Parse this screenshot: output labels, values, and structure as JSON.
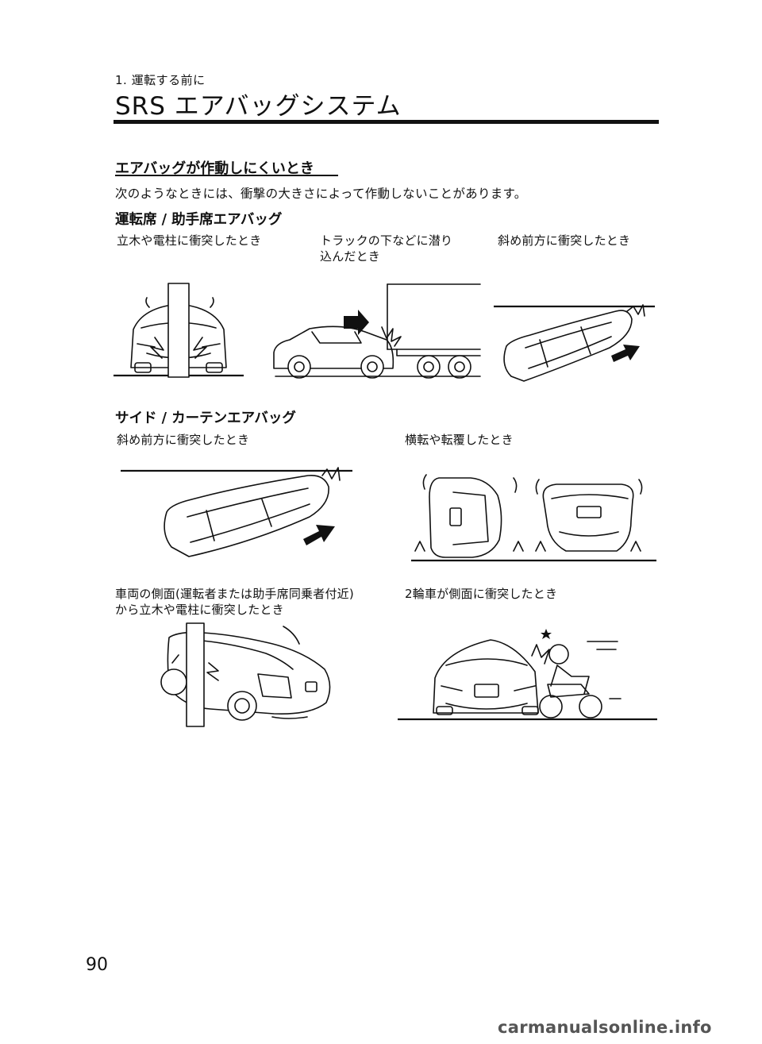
{
  "header": {
    "chapter": "1. 運転する前に",
    "title": "SRS エアバッグシステム"
  },
  "section": {
    "heading": "エアバッグが作動しにくいとき",
    "intro": "次のようなときには、衝撃の大きさによって作動しないことがあります。"
  },
  "driver": {
    "heading": "運転席 / 助手席エアバッグ",
    "captions": [
      "立木や電柱に衝突したとき",
      "トラックの下などに潜り",
      "込んだとき",
      "斜め前方に衝突したとき"
    ]
  },
  "side": {
    "heading": "サイド / カーテンエアバッグ",
    "captions": [
      "斜め前方に衝突したとき",
      "横転や転覆したとき",
      "車両の側面(運転者または助手席同乗者付近)",
      "から立木や電柱に衝突したとき",
      "2輪車が側面に衝突したとき"
    ]
  },
  "page_number": "90",
  "watermark": "carmanualsonline.info"
}
